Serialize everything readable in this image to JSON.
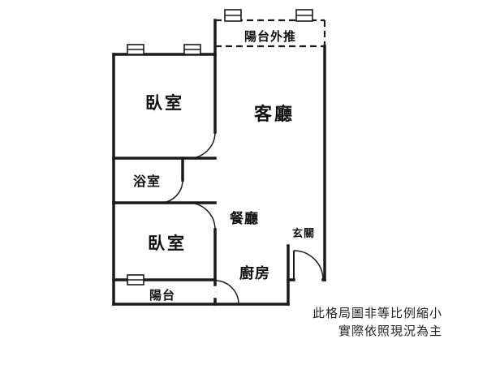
{
  "rooms": {
    "balcony_extension": "陽台外推",
    "bedroom_top": "臥室",
    "living_room": "客廳",
    "bathroom": "浴室",
    "bedroom_bottom": "臥室",
    "dining_room": "餐廳",
    "kitchen": "廚房",
    "entrance": "玄關",
    "balcony": "陽台"
  },
  "disclaimer": {
    "line1": "此格局圖非等比例縮小",
    "line2": "實際依照現況為主"
  },
  "colors": {
    "wall": "#1a1a1a",
    "dashed": "#1a1a1a",
    "text": "#111111"
  }
}
